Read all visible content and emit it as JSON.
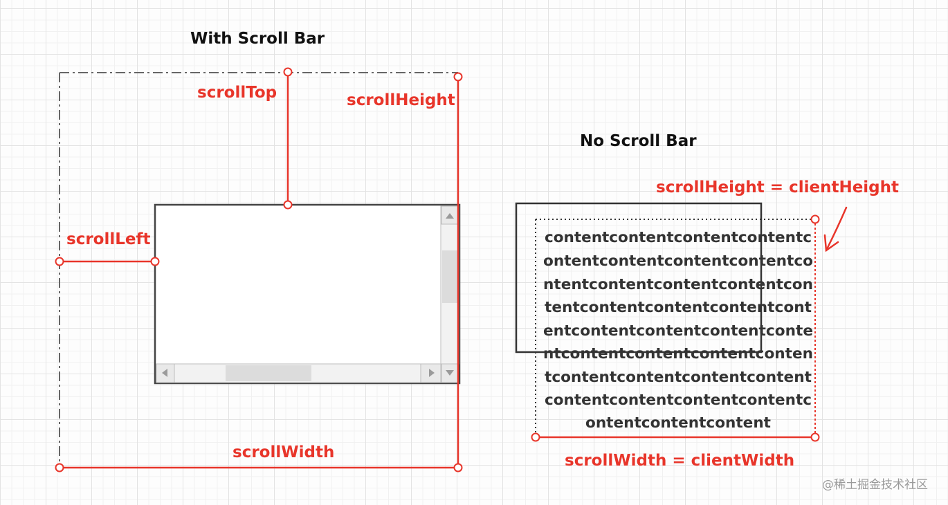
{
  "titles": {
    "with_scrollbar": "With Scroll Bar",
    "no_scrollbar": "No Scroll Bar"
  },
  "labels": {
    "scroll_top": "scrollTop",
    "scroll_height": "scrollHeight",
    "scroll_left": "scrollLeft",
    "scroll_width": "scrollWidth",
    "scroll_height_eq": "scrollHeight = clientHeight",
    "scroll_width_eq": "scrollWidth = clientWidth"
  },
  "content_lines": [
    "contentcontentcontentcontentc",
    "ontentcontentcontentcontentco",
    "ntentcontentcontentcontentcon",
    "tentcontentcontentcontentcont",
    "entcontentcontentcontentconte",
    "ntcontentcontentcontentconten",
    "tcontentcontentcontentcontent",
    "contentcontentcontentcontentc",
    "ontentcontentcontent"
  ],
  "watermark": "@稀土掘金技术社区",
  "icons": {
    "scroll_up": "triangle-up",
    "scroll_down": "triangle-down",
    "scroll_left": "triangle-left",
    "scroll_right": "triangle-right"
  },
  "colors": {
    "accent": "#e8352a",
    "outline": "#444444",
    "scrollbar_track": "#f2f2f2",
    "scrollbar_thumb": "#dcdcdc"
  }
}
